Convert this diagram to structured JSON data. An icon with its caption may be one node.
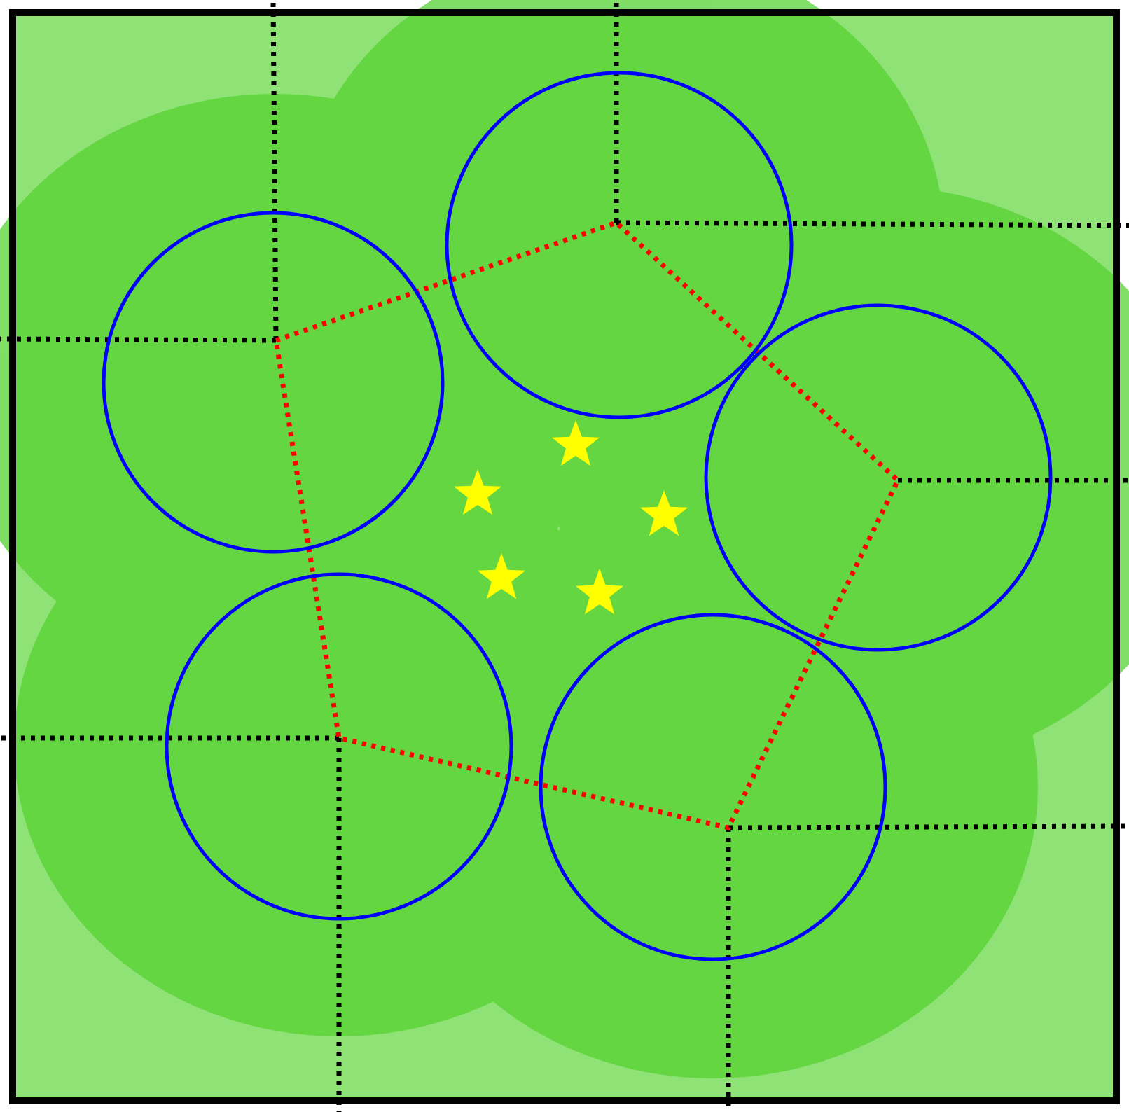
{
  "diagram": {
    "nodes": [
      {
        "text": [],
        "shape": "circle"
      },
      {
        "text": [],
        "shape": "circle"
      },
      {
        "text": [],
        "shape": "circle"
      },
      {
        "text": [],
        "shape": "circle"
      },
      {
        "text": [],
        "shape": "circle"
      }
    ]
  }
}
